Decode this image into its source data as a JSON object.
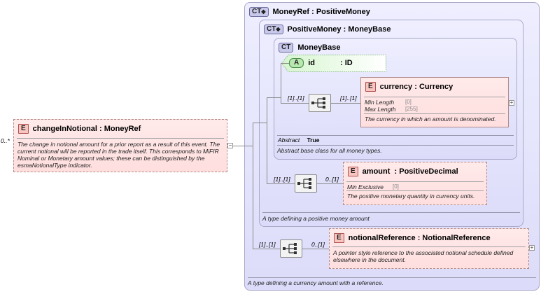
{
  "root_element": {
    "tag": "E",
    "name": "changeInNotional",
    "type": "MoneyRef",
    "cardinality": "0..*",
    "doc": "The change in notional amount for a prior report as a result of this event. The current notional will be reported in the trade itself. This corresponds to MiFIR Nominal or Monetary amount values; these can be distinguished by the esmaNotionalType indicator."
  },
  "money_ref": {
    "tag": "CT",
    "name": "MoneyRef",
    "base": "PositiveMoney",
    "doc": "A type defining a currency amount with a reference."
  },
  "positive_money": {
    "tag": "CT",
    "name": "PositiveMoney",
    "base": "MoneyBase",
    "doc": "A type defining a positive money amount"
  },
  "money_base": {
    "tag": "CT",
    "name": "MoneyBase",
    "abstract_label": "Abstract",
    "abstract_value": "True",
    "doc": "Abstract base class for all money types."
  },
  "id_attr": {
    "tag": "A",
    "name": "id",
    "type": ": ID"
  },
  "currency": {
    "tag": "E",
    "name": "currency",
    "type": "Currency",
    "facets": [
      {
        "label": "Min Length",
        "value": "[0]"
      },
      {
        "label": "Max Length",
        "value": "[255]"
      }
    ],
    "doc": "The currency in which an amount is denominated."
  },
  "amount": {
    "tag": "E",
    "name": "amount",
    "type": "PositiveDecimal",
    "facets": [
      {
        "label": "Min Exclusive",
        "value": "[0]"
      }
    ],
    "doc": "The positive monetary quantity in currency units."
  },
  "notional_reference": {
    "tag": "E",
    "name": "notionalReference",
    "type": "NotionalReference",
    "doc": "A pointer style reference to the associated notional schedule defined elsewhere in the document."
  },
  "cardinalities": {
    "seq1_in": "[1]..[1]",
    "seq1_out": "[1]..[1]",
    "seq2_in": "[1]..[1]",
    "seq2_out": "0..[1]",
    "seq3_in": "[1]..[1]",
    "seq3_out": "0..[1]"
  },
  "symbols": {
    "collapse": "−",
    "expand": "+",
    "ct_glyph": "◆"
  },
  "colors": {
    "ct_fill": "#dcdcfa",
    "element_fill": "#ffdede",
    "attribute_fill": "#e8ffe0"
  }
}
